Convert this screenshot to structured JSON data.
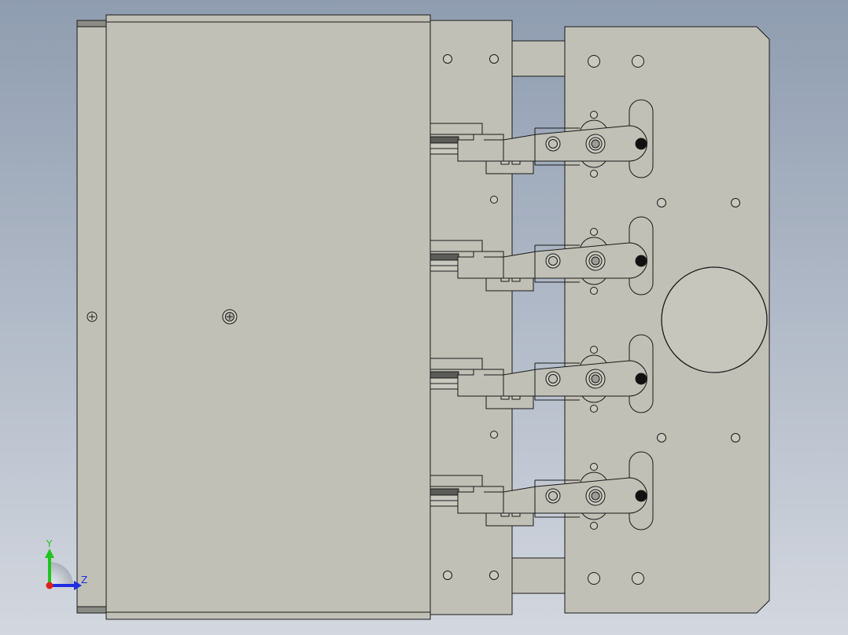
{
  "app": {
    "view": "cad-model-viewport"
  },
  "colors": {
    "background_top": "#8f9db0",
    "background_bottom": "#d3d7df",
    "part_fill": "#c0c0b6",
    "part_fill_light": "#c9c9c0",
    "part_dark": "#5b5b58",
    "edge": "#1a1a1a",
    "axis_x": "#e0201c",
    "axis_y": "#1fc41f",
    "axis_z": "#1f2ee0"
  },
  "triad": {
    "y_label": "Y",
    "z_label": "Z",
    "icon": "coordinate-triad-icon"
  },
  "model": {
    "clamp_count": 4,
    "clamp_icon": "toggle-clamp-icon",
    "center_screw_icon": "phillips-screw-icon"
  }
}
